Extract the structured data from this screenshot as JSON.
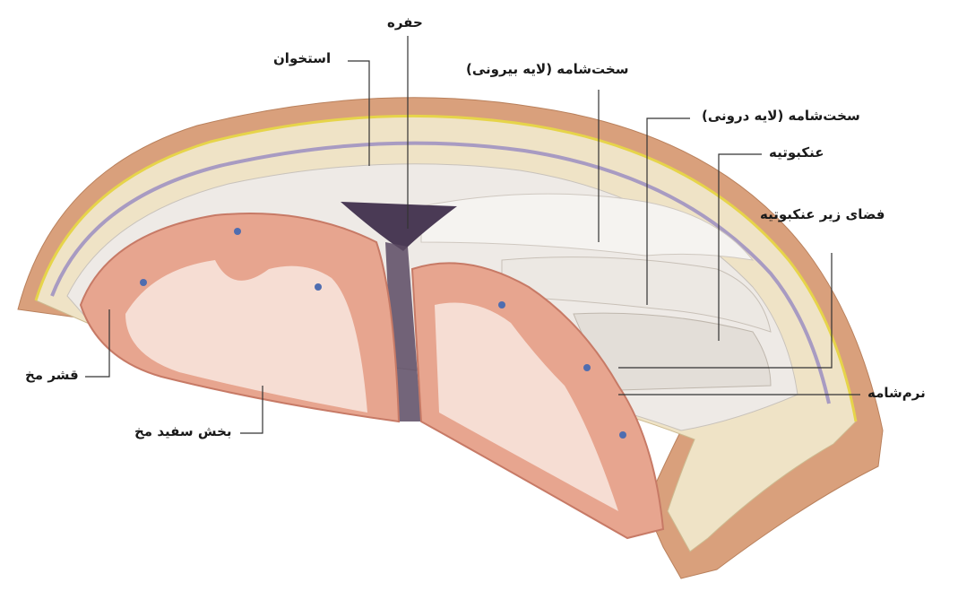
{
  "labels": {
    "hofreh": "حفره",
    "ostokhan": "استخوان",
    "sakhtshameh_biruni": "سخت‌شامه (لایه بیرونی)",
    "sakhtshameh_daruni": "سخت‌شامه (لایه درونی)",
    "ankabutiyeh": "عنکبوتیه",
    "faza_zir_ankabutiyeh": "فضای زیر عنکبوتیه",
    "narmshameh": "نرم‌شامه",
    "ghesher_mokh": "قشر مخ",
    "bakhsh_sefid_mokh": "بخش سفید مخ"
  },
  "colors": {
    "skin": "#d9a07c",
    "bone": "#efe3c6",
    "dura": "#c9c4d4",
    "cortex": "#e7a58f",
    "white_matter": "#f6ddd3",
    "sinus": "#4a3a55",
    "vessel": "#4f6db0"
  }
}
